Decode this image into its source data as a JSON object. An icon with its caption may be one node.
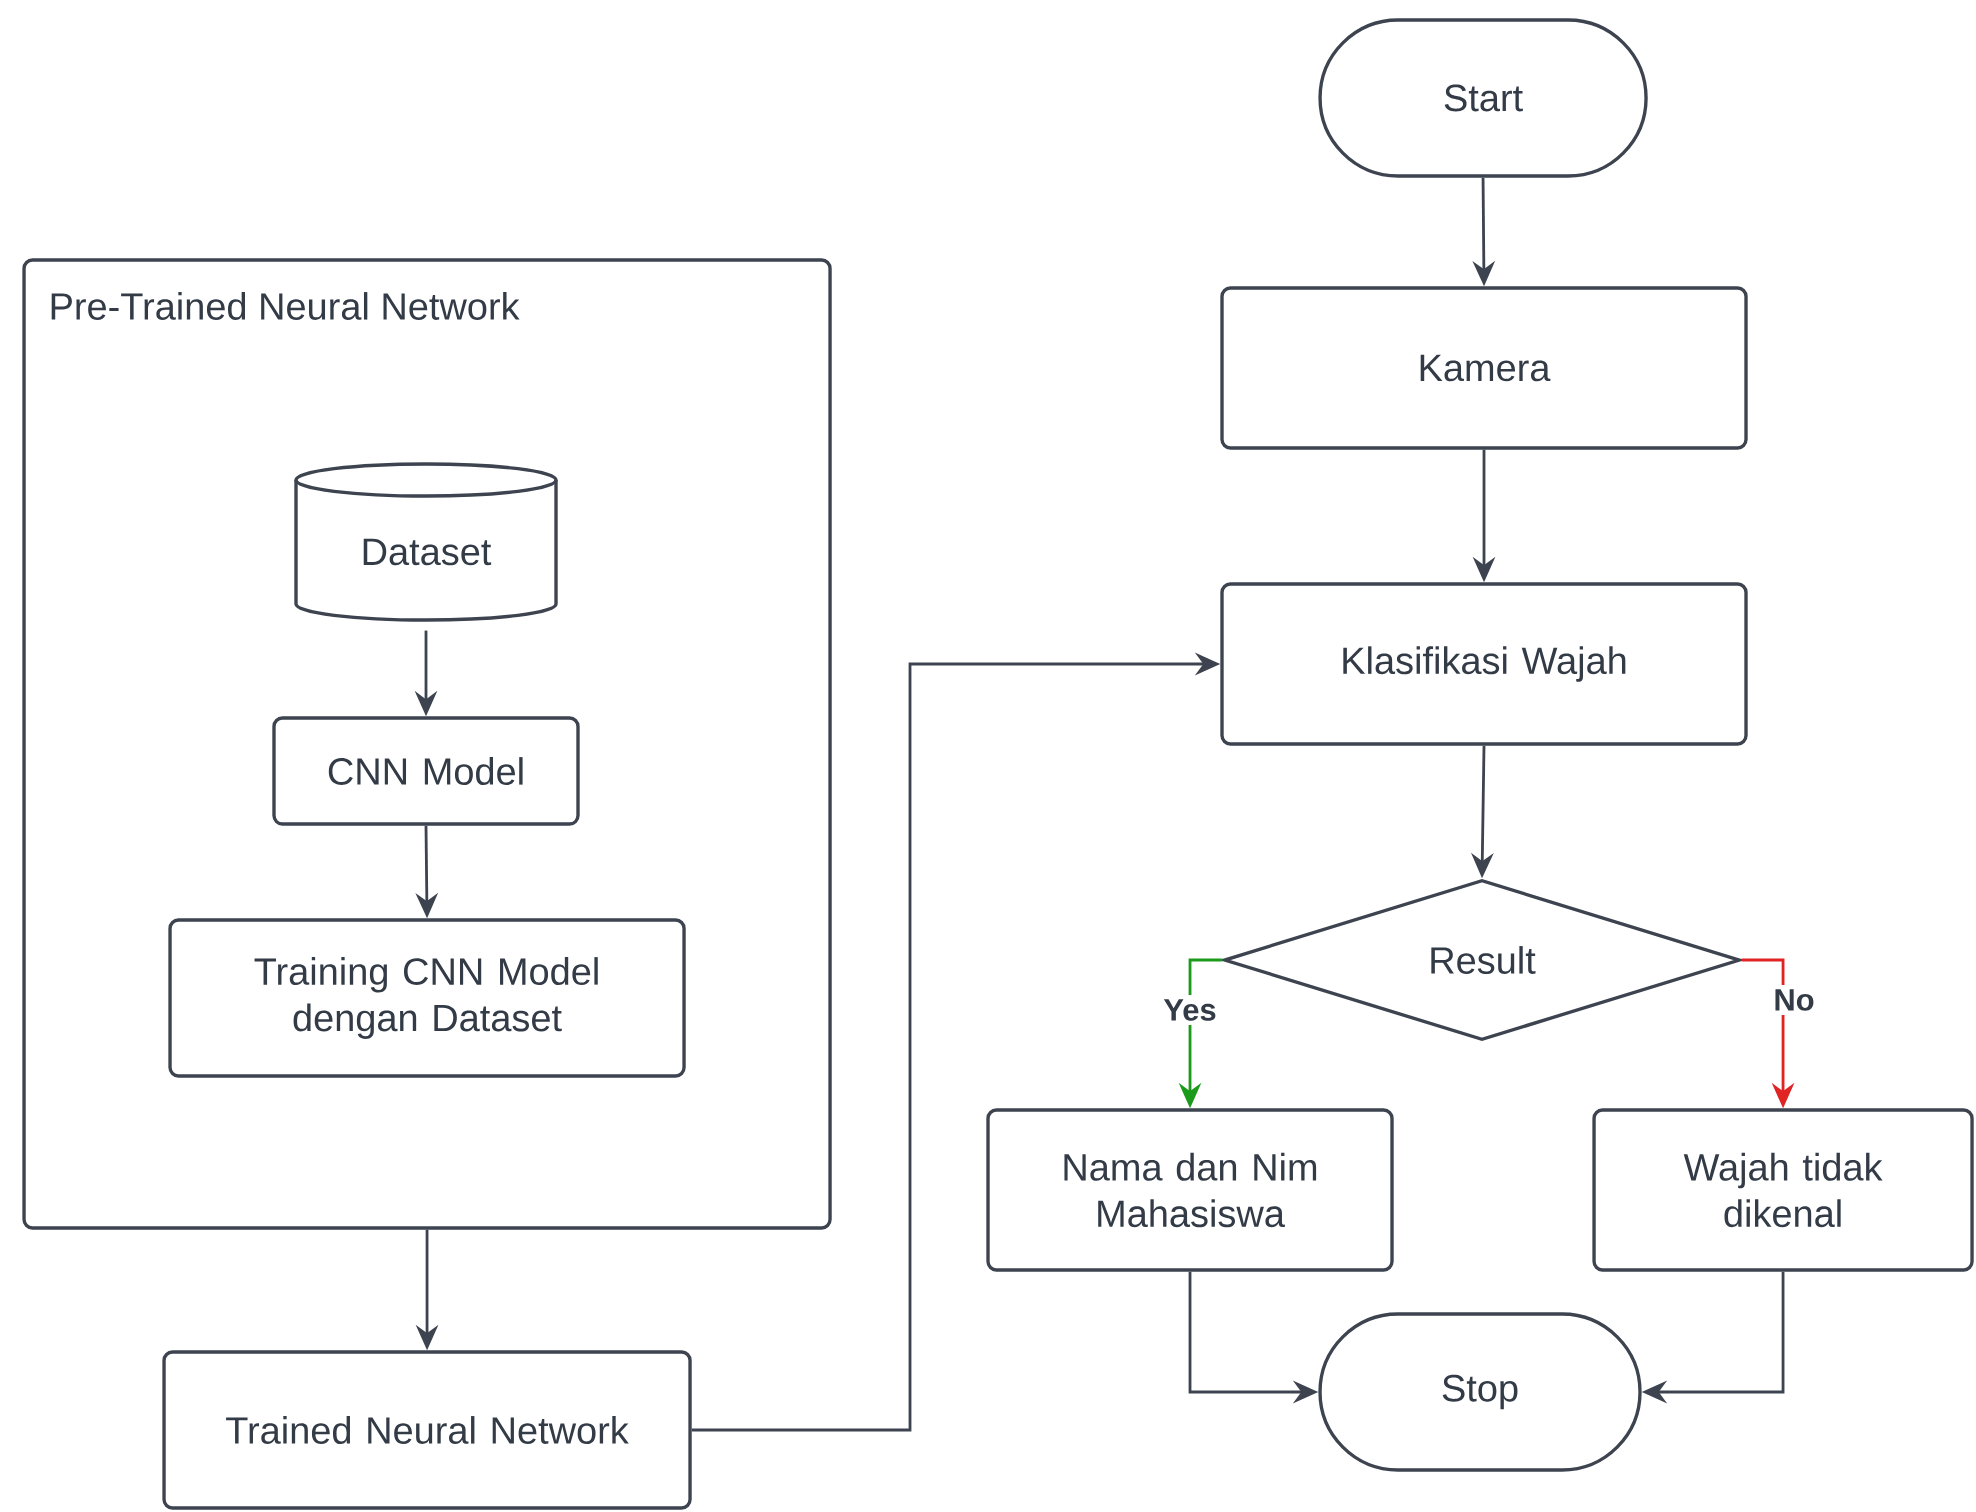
{
  "diagram": {
    "nodes": [
      {
        "text": [
          "Pre-Trained Neural Network"
        ]
      },
      {
        "text": [
          "Dataset"
        ],
        "in": 0
      },
      {
        "text": [
          "CNN Model"
        ],
        "in": 0
      },
      {
        "text": [
          "Training CNN Model dengan Dataset"
        ],
        "in": 0
      },
      {
        "text": [
          "Trained Neural Network"
        ]
      },
      {
        "text": [
          "Start"
        ]
      },
      {
        "text": [
          "Kamera"
        ]
      },
      {
        "text": [
          "Klasifikasi Wajah"
        ]
      },
      {
        "text": [
          "Result"
        ]
      },
      {
        "text": [
          "Nama dan Nim Mahasiswa"
        ]
      },
      {
        "text": [
          "Wajah tidak dikenal"
        ]
      },
      {
        "text": [
          "Stop"
        ]
      }
    ],
    "edges": [
      {
        "from": 1,
        "to": 2,
        "arrow": "to"
      },
      {
        "from": 2,
        "to": 3,
        "arrow": "to"
      },
      {
        "from": 0,
        "to": 4,
        "arrow": "to"
      },
      {
        "from": 4,
        "to": 7,
        "arrow": "to"
      },
      {
        "from": 5,
        "to": 6,
        "arrow": "to"
      },
      {
        "from": 6,
        "to": 7,
        "arrow": "to"
      },
      {
        "from": 7,
        "to": 8,
        "arrow": "to"
      },
      {
        "from": 8,
        "to": 9,
        "arrow": "to",
        "label": "Yes",
        "color": "#1c9a1c"
      },
      {
        "from": 8,
        "to": 10,
        "arrow": "to",
        "label": "No",
        "color": "#e02424"
      },
      {
        "from": 9,
        "to": 11,
        "arrow": "to"
      },
      {
        "from": 10,
        "to": 11,
        "arrow": "to"
      }
    ]
  }
}
